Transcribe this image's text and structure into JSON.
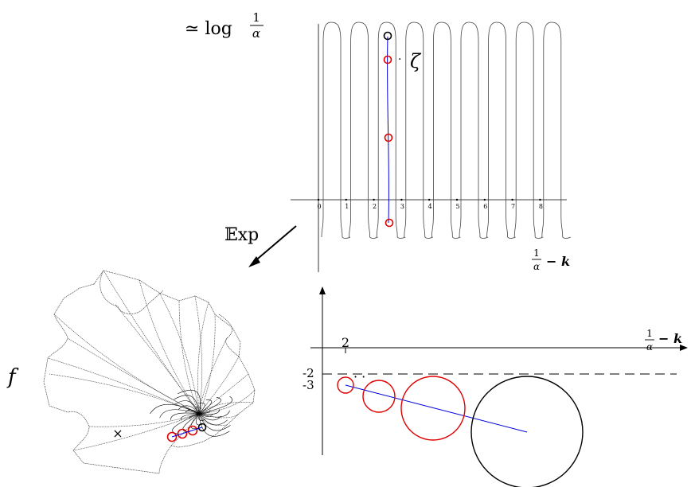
{
  "labels": {
    "log_prefix": "≃ log",
    "log_numerator": "1",
    "log_denominator": "α",
    "zeta_dot": "·",
    "zeta": "ζ",
    "exp": "𝔼xp",
    "f": "f",
    "cross": "×",
    "top_axis_frac_num": "1",
    "top_axis_frac_den": "α",
    "top_axis_suffix": "− k",
    "bottom_axis_frac_num": "1",
    "bottom_axis_frac_den": "α",
    "bottom_axis_suffix": "− k",
    "tick_2": "2",
    "tick_neg2": "-2",
    "tick_neg3": "-3",
    "dots": "·  ·"
  },
  "top_ticks": [
    "0",
    "1",
    "2",
    "3",
    "4",
    "5",
    "6",
    "7",
    "8"
  ],
  "colors": {
    "red": "#e00000",
    "blue": "#0000dd",
    "black": "#000000",
    "line": "#444444"
  }
}
